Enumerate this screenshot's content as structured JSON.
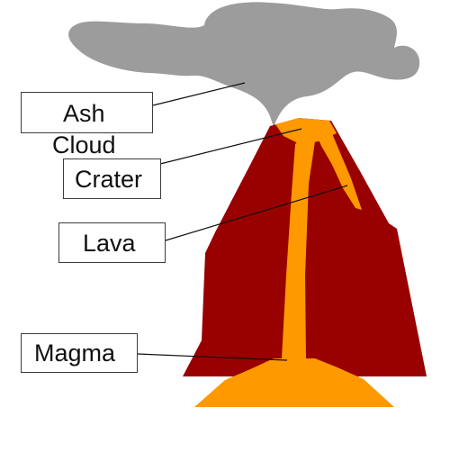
{
  "diagram": {
    "labels": {
      "ash_cloud_line1": "Ash",
      "ash_cloud_line2": "Cloud",
      "crater": "Crater",
      "lava": "Lava",
      "magma": "Magma"
    },
    "colors": {
      "ash_cloud": "#9c9c9c",
      "volcano_body": "#990000",
      "lava": "#ff9900",
      "label_border": "#3c3c3c",
      "leader_line": "#111111",
      "background": "#ffffff"
    }
  }
}
